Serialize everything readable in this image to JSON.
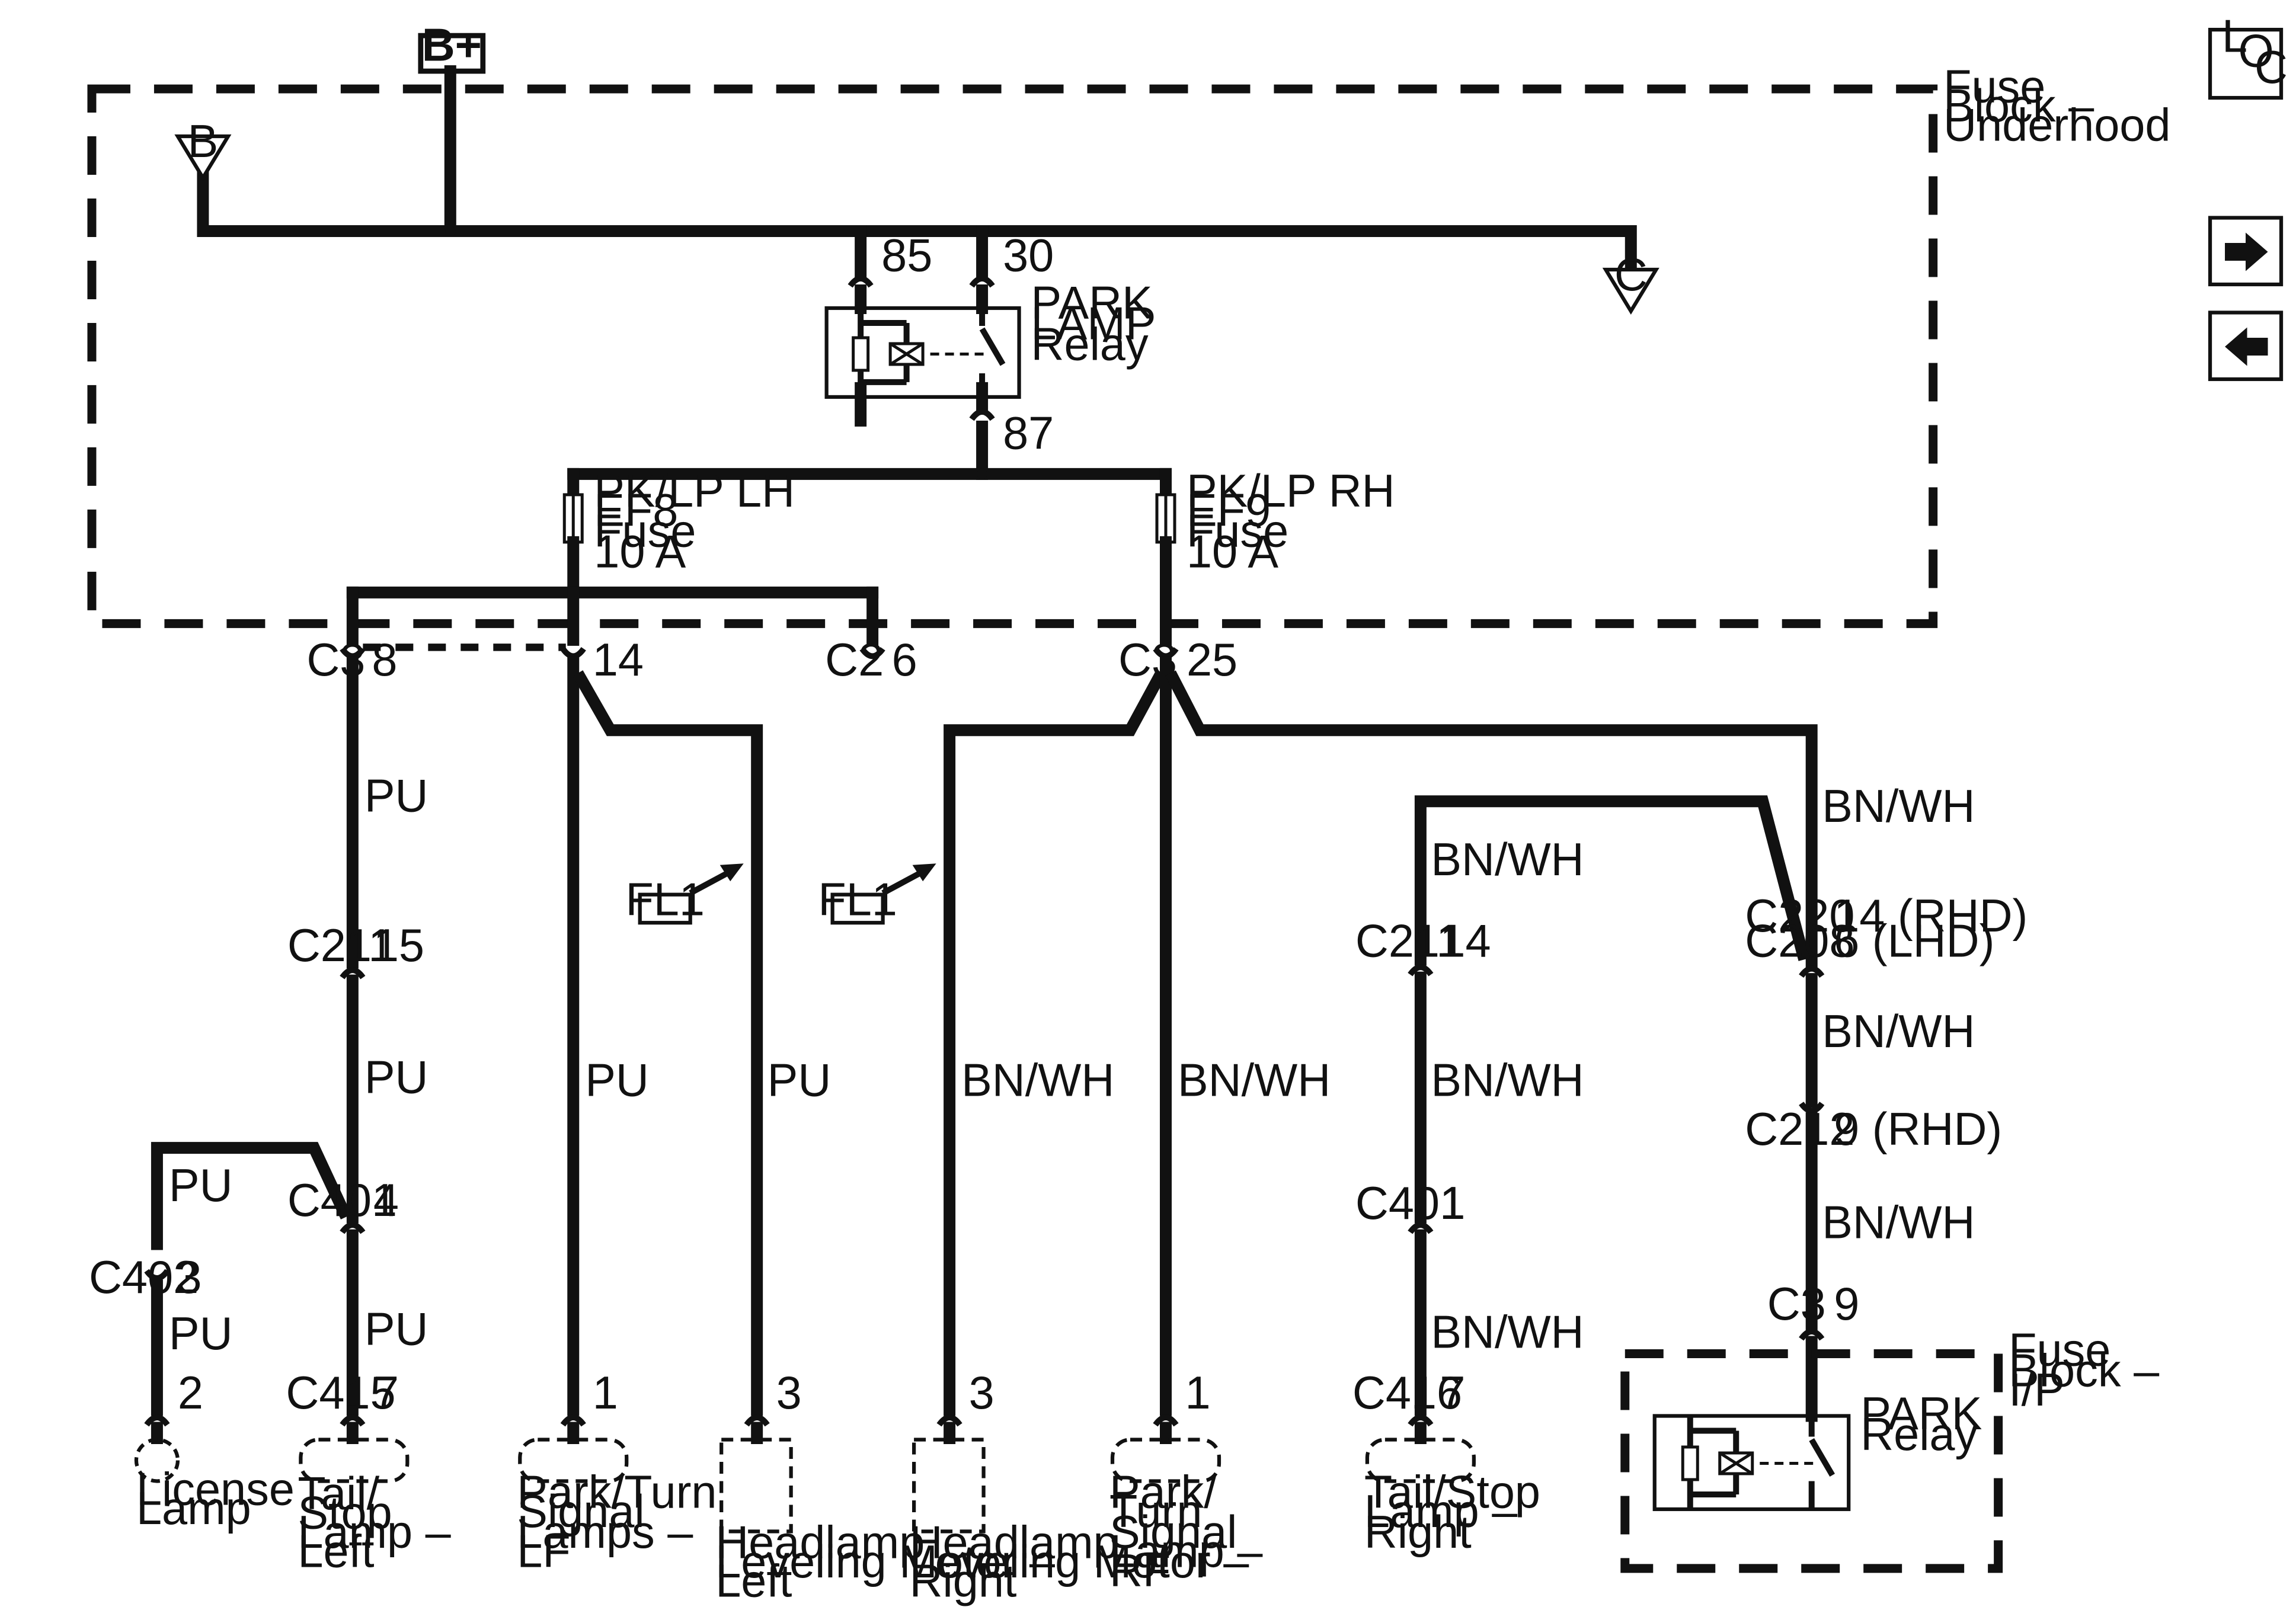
{
  "source": {
    "label": "B+"
  },
  "offpage": {
    "b": "B",
    "c": "C"
  },
  "blocks": {
    "underhood": [
      "Fuse",
      "Block –",
      "Underhood"
    ],
    "ip": [
      "Fuse",
      "Block –",
      "I/P"
    ]
  },
  "relays": {
    "park_lamp": {
      "name": [
        "PARK",
        "LAMP",
        "Relay"
      ],
      "pin85": "85",
      "pin30": "30",
      "pin87": "87"
    },
    "park": {
      "name": [
        "PARK",
        "Relay"
      ]
    }
  },
  "fuses": {
    "lh": [
      "PK/LP LH",
      "EF8",
      "Fuse",
      "10 A"
    ],
    "rh": [
      "PK/LP RH",
      "EF9",
      "Fuse",
      "10 A"
    ]
  },
  "connectors": {
    "c3_8": [
      "C3",
      "8"
    ],
    "lh_14": [
      "14"
    ],
    "c2_6": [
      "C2",
      "6"
    ],
    "c3_25": [
      "C3",
      "25"
    ],
    "c211_15": [
      "C211",
      "15"
    ],
    "c401_4": [
      "C401",
      "4"
    ],
    "c402_3": [
      "C402",
      "3"
    ],
    "c415_7": [
      "C415",
      "7"
    ],
    "c211_14": [
      "C211",
      "14"
    ],
    "c401_1": [
      "C401",
      "1"
    ],
    "c416_7": [
      "C416",
      "7"
    ],
    "c220": [
      "C220",
      "14 (RHD)"
    ],
    "c208": [
      "C208",
      "6 (LHD)"
    ],
    "c212": [
      "C212",
      "9 (RHD)"
    ],
    "c3_9": [
      "C3",
      "9"
    ],
    "license_2": "2",
    "parkturn_lf_1": "1",
    "hlm_left_3": "3",
    "hlm_right_3": "3",
    "parkturn_rf_1": "1"
  },
  "wire_colors": {
    "pu": "PU",
    "bnwh": "BN/WH"
  },
  "references": {
    "fl1": "FL1"
  },
  "loads": {
    "license": [
      "License",
      "Lamp"
    ],
    "tail_left": [
      "Tail/",
      "Stop",
      "Lamp –",
      "Left"
    ],
    "parkturn_lf": [
      "Park/Turn",
      "Signal",
      "Lamps –",
      "LF"
    ],
    "hlm_left": [
      "Headlamp",
      "Leveling Motor –",
      "Left"
    ],
    "hlm_right": [
      "Headlamp",
      "Leveling Motor –",
      "Right"
    ],
    "parkturn_rf": [
      "Park/",
      "Turn",
      "Signal",
      "Lamp –",
      "RF"
    ],
    "tail_right": [
      "Tail/Stop",
      "Lamp –",
      "Right"
    ]
  },
  "nav": {
    "loc": [
      "L",
      "O",
      "C"
    ],
    "next_icon": "right-arrow-icon",
    "prev_icon": "left-arrow-icon"
  }
}
